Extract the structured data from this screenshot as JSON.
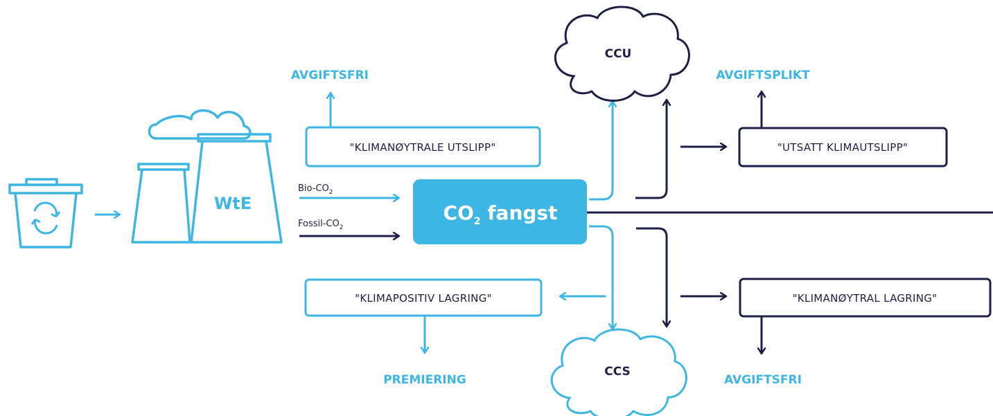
{
  "colors": {
    "blue": "#3eb6e4",
    "dark": "#1c1f45",
    "center_fill": "#3eb6e4",
    "center_text": "#ffffff"
  },
  "icons": {
    "bin": "recycle-bin-icon",
    "plant": "wte-plant-icon",
    "cloud": "cloud-icon"
  },
  "plant_label": "WtE",
  "inputs": {
    "bio": {
      "main": "Bio-CO",
      "sub": "2"
    },
    "fossil": {
      "main": "Fossil-CO",
      "sub": "2"
    }
  },
  "center": {
    "prefix": "CO",
    "sub": "2",
    "suffix": " fangst"
  },
  "clouds": {
    "top": "CCU",
    "bottom": "CCS"
  },
  "boxes": {
    "klimanoytrale_utslipp": "\"KLIMANØYTRALE UTSLIPP\"",
    "utsatt": "\"UTSATT KLIMAUTSLIPP\"",
    "klimapositiv": "\"KLIMAPOSITIV LAGRING\"",
    "klimanoytral_lagring": "\"KLIMANØYTRAL LAGRING\""
  },
  "outcomes": {
    "top_left": "AVGIFTSFRI",
    "top_right": "AVGIFTSPLIKT",
    "bottom_left": "PREMIERING",
    "bottom_right": "AVGIFTSFRI"
  }
}
